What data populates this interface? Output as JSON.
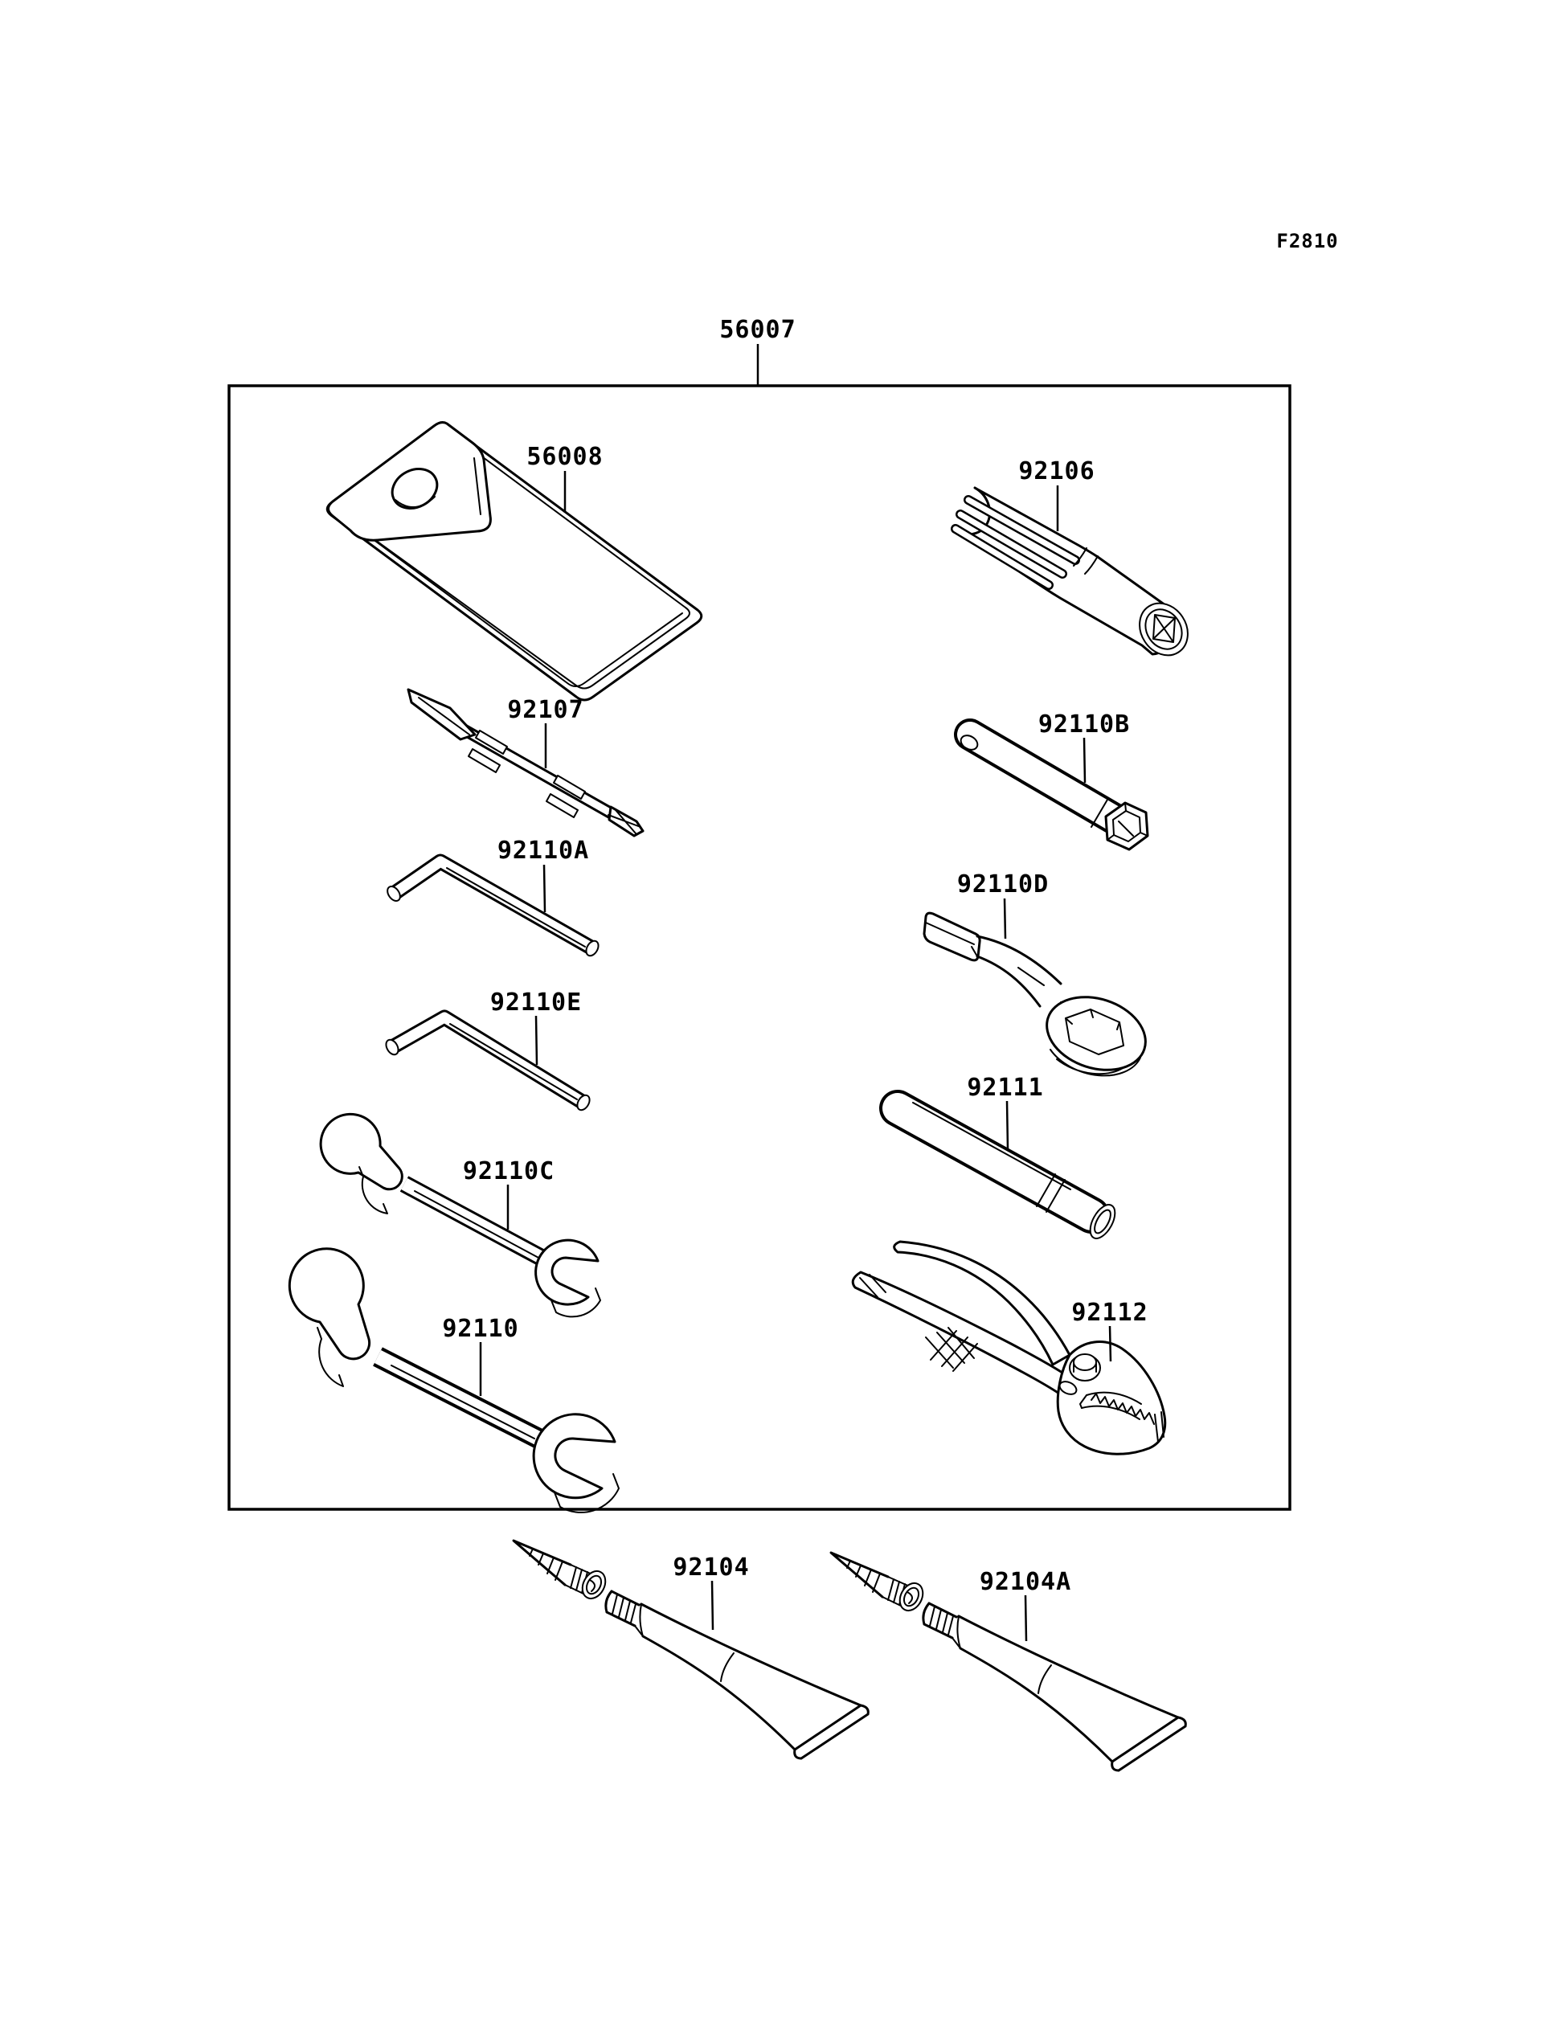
{
  "page": {
    "figure_code": "F2810",
    "background_color": "#ffffff",
    "line_color": "#000000"
  },
  "diagram": {
    "description_labels": {
      "kit_box": "owners-tool-kit-outline-box"
    },
    "parts": {
      "p56007": {
        "label": "56007"
      },
      "p56008": {
        "label": "56008"
      },
      "p92106": {
        "label": "92106"
      },
      "p92107": {
        "label": "92107"
      },
      "p92110A": {
        "label": "92110A"
      },
      "p92110B": {
        "label": "92110B"
      },
      "p92110C": {
        "label": "92110C"
      },
      "p92110D": {
        "label": "92110D"
      },
      "p92110E": {
        "label": "92110E"
      },
      "p92110": {
        "label": "92110"
      },
      "p92111": {
        "label": "92111"
      },
      "p92112": {
        "label": "92112"
      },
      "p92104": {
        "label": "92104"
      },
      "p92104A": {
        "label": "92104A"
      }
    }
  }
}
